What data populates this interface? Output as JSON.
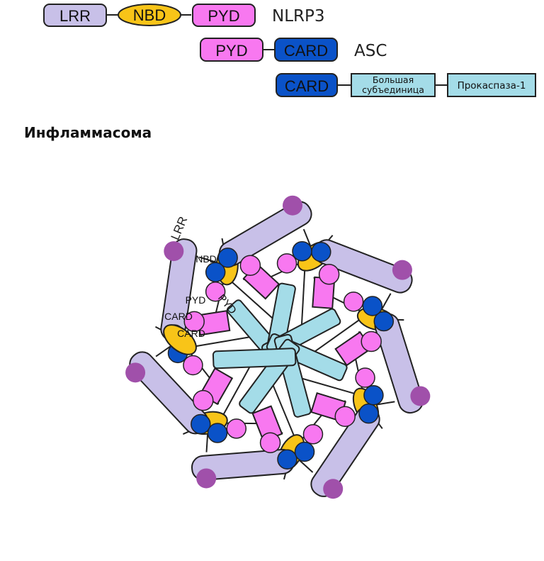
{
  "legend": {
    "nlrp3": {
      "name": "NLRP3",
      "domains": [
        "LRR",
        "NBD",
        "PYD"
      ]
    },
    "asc": {
      "name": "ASC",
      "domains": [
        "PYD",
        "CARD"
      ]
    },
    "procaspase": {
      "card": "CARD",
      "large_subunit_line1": "Большая",
      "large_subunit_line2": "субъединица",
      "name": "Прокаспаза-1"
    }
  },
  "title": "Инфламмасома",
  "inflammasome_labels": {
    "lrr": "LRR",
    "nbd": "NBD",
    "pyd1": "PYD",
    "pyd2": "PYD",
    "card1": "CARD",
    "card2": "CARD"
  },
  "colors": {
    "lrr": "#c8c0e8",
    "nbd": "#f8c418",
    "pyd": "#f878f0",
    "card": "#0a52c8",
    "caspase": "#a4dce8",
    "dot": "#a050aa",
    "line": "#222222"
  }
}
